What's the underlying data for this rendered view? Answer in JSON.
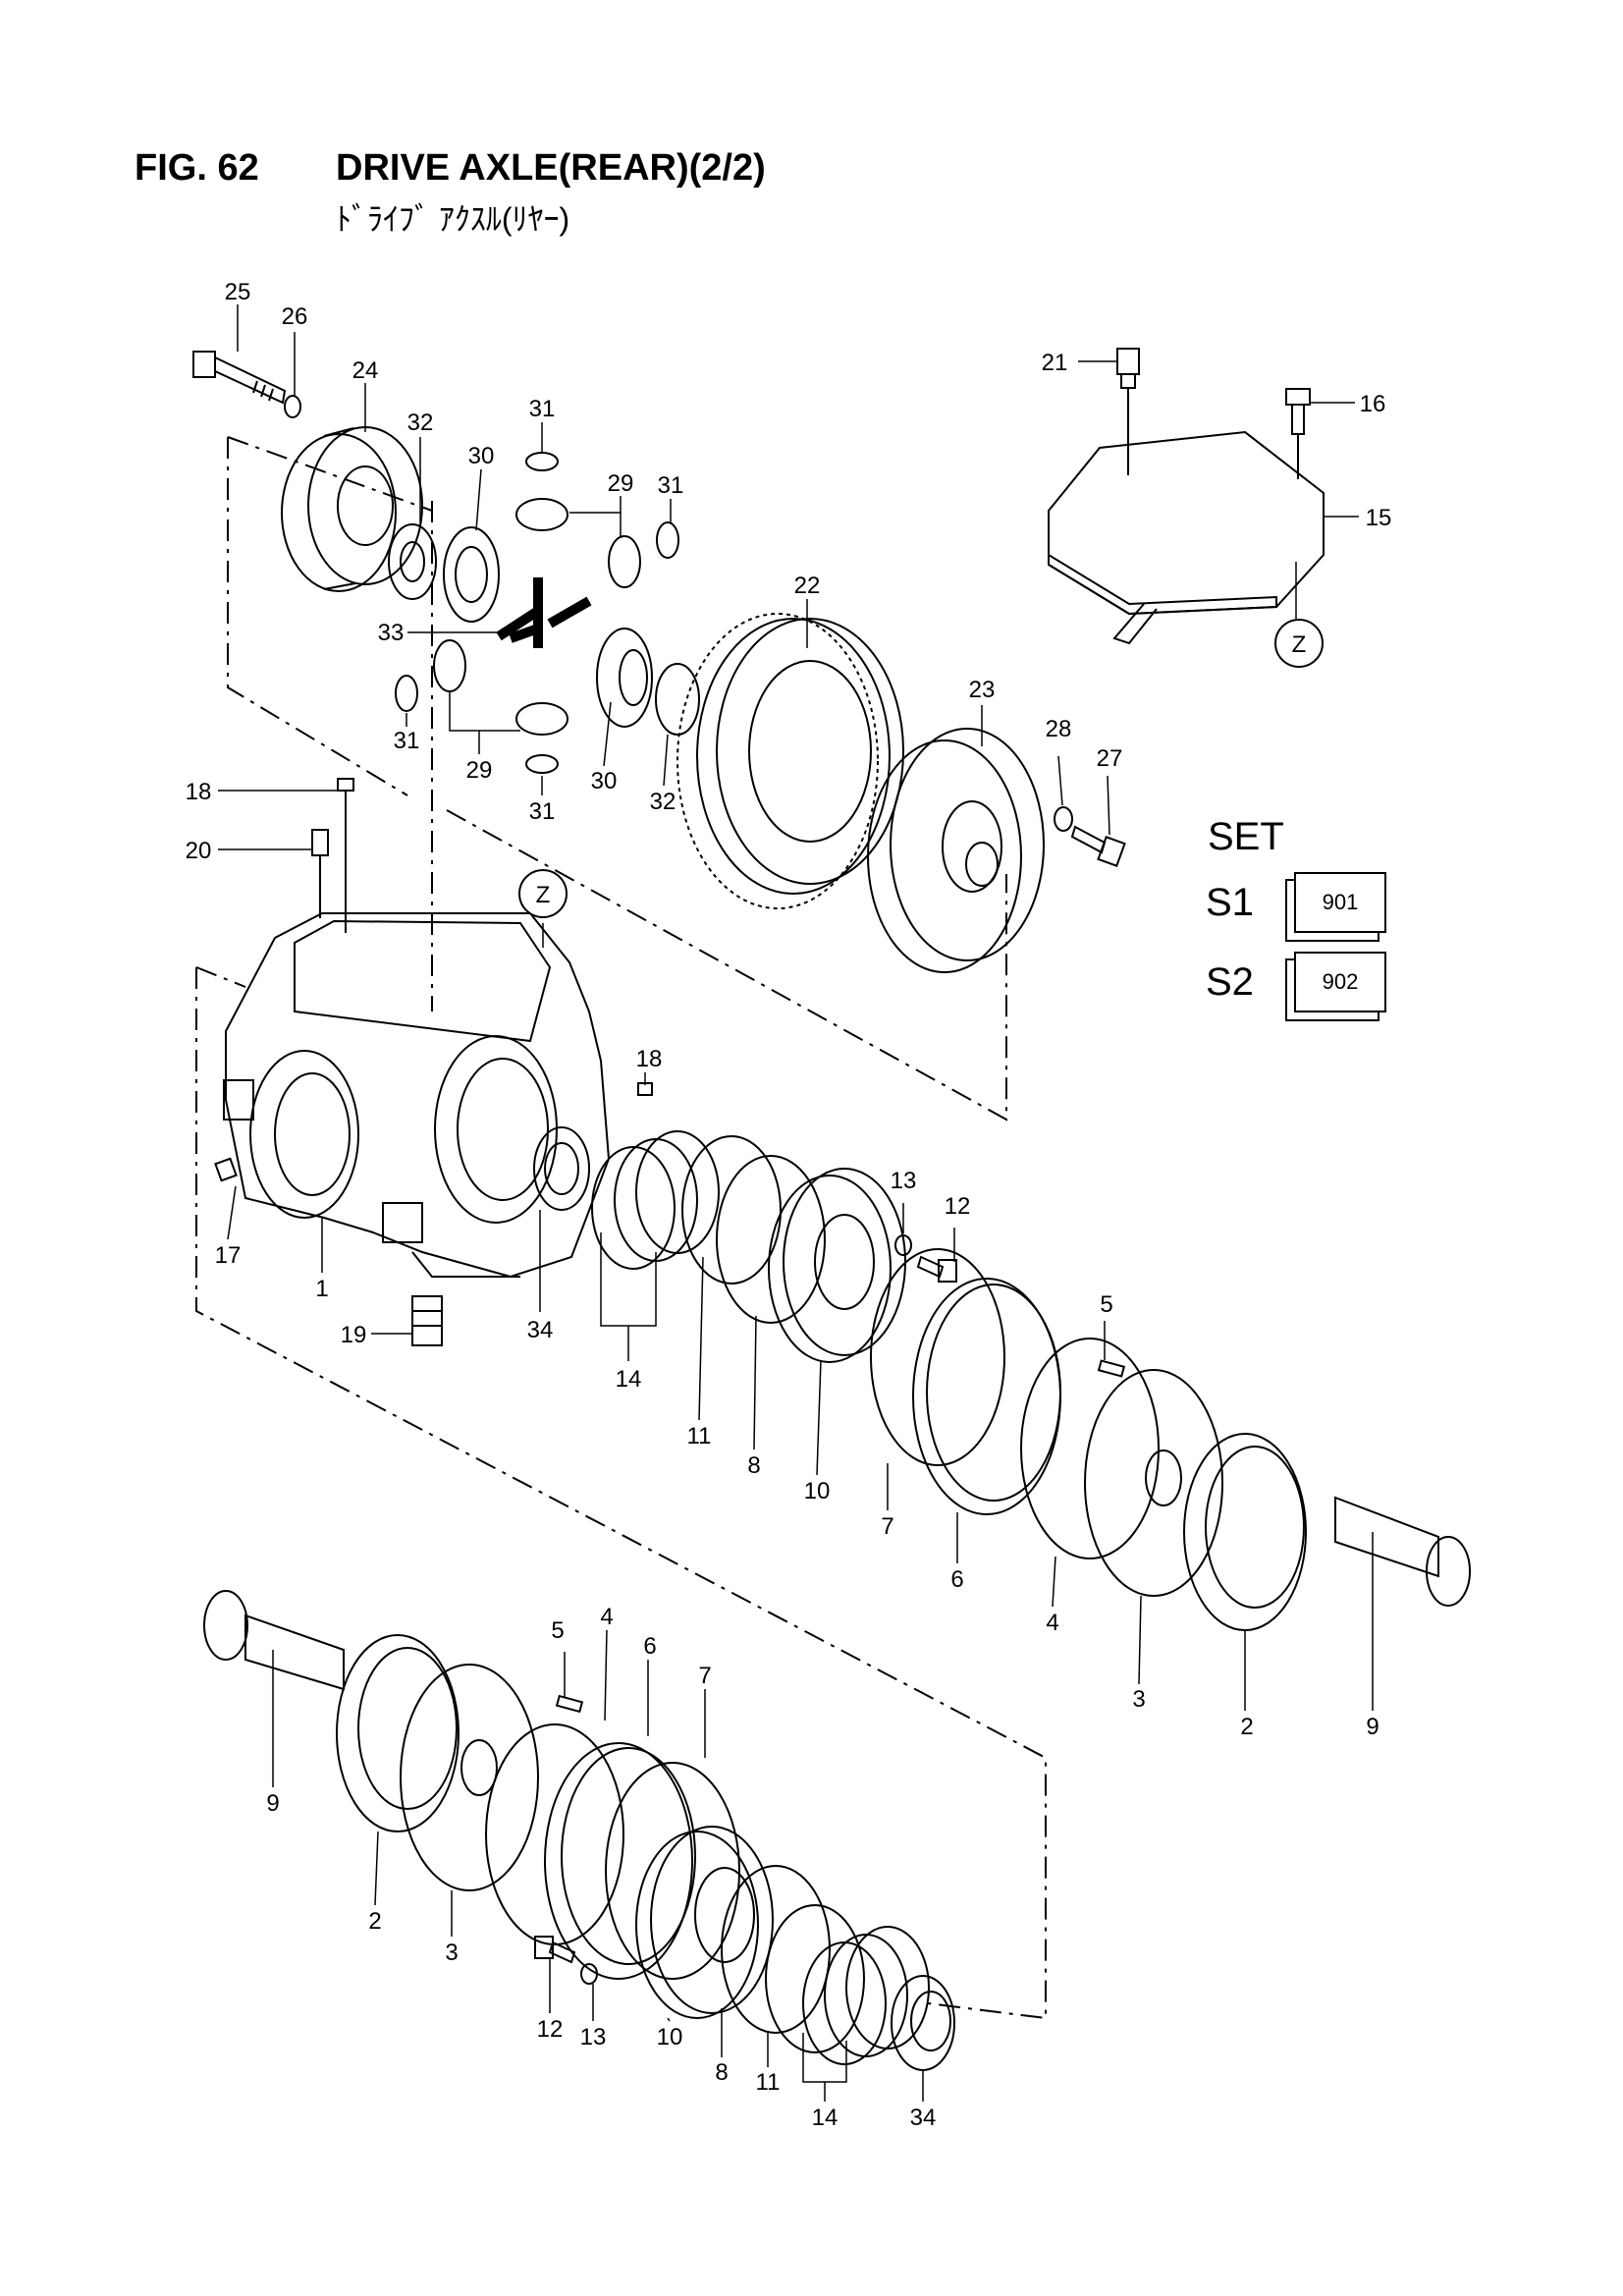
{
  "figure": {
    "number": "FIG. 62",
    "title": "DRIVE AXLE(REAR)(2/2)",
    "subtitle": "ﾄﾞﾗｲﾌﾞ ｱｸｽﾙ(ﾘﾔｰ)"
  },
  "set_section": {
    "heading": "SET",
    "sets": [
      {
        "label": "S1",
        "code": "901"
      },
      {
        "label": "S2",
        "code": "902"
      }
    ]
  },
  "view_marker": "Z",
  "callouts": [
    "25",
    "26",
    "24",
    "32",
    "30",
    "31",
    "29",
    "31",
    "33",
    "31",
    "29",
    "31",
    "30",
    "32",
    "22",
    "23",
    "28",
    "27",
    "21",
    "16",
    "15",
    "18",
    "20",
    "18",
    "17",
    "1",
    "19",
    "34",
    "14",
    "11",
    "8",
    "10",
    "13",
    "12",
    "7",
    "6",
    "5",
    "4",
    "3",
    "2",
    "9",
    "9",
    "2",
    "3",
    "5",
    "4",
    "6",
    "7",
    "12",
    "13",
    "10",
    "8",
    "11",
    "14",
    "34"
  ]
}
